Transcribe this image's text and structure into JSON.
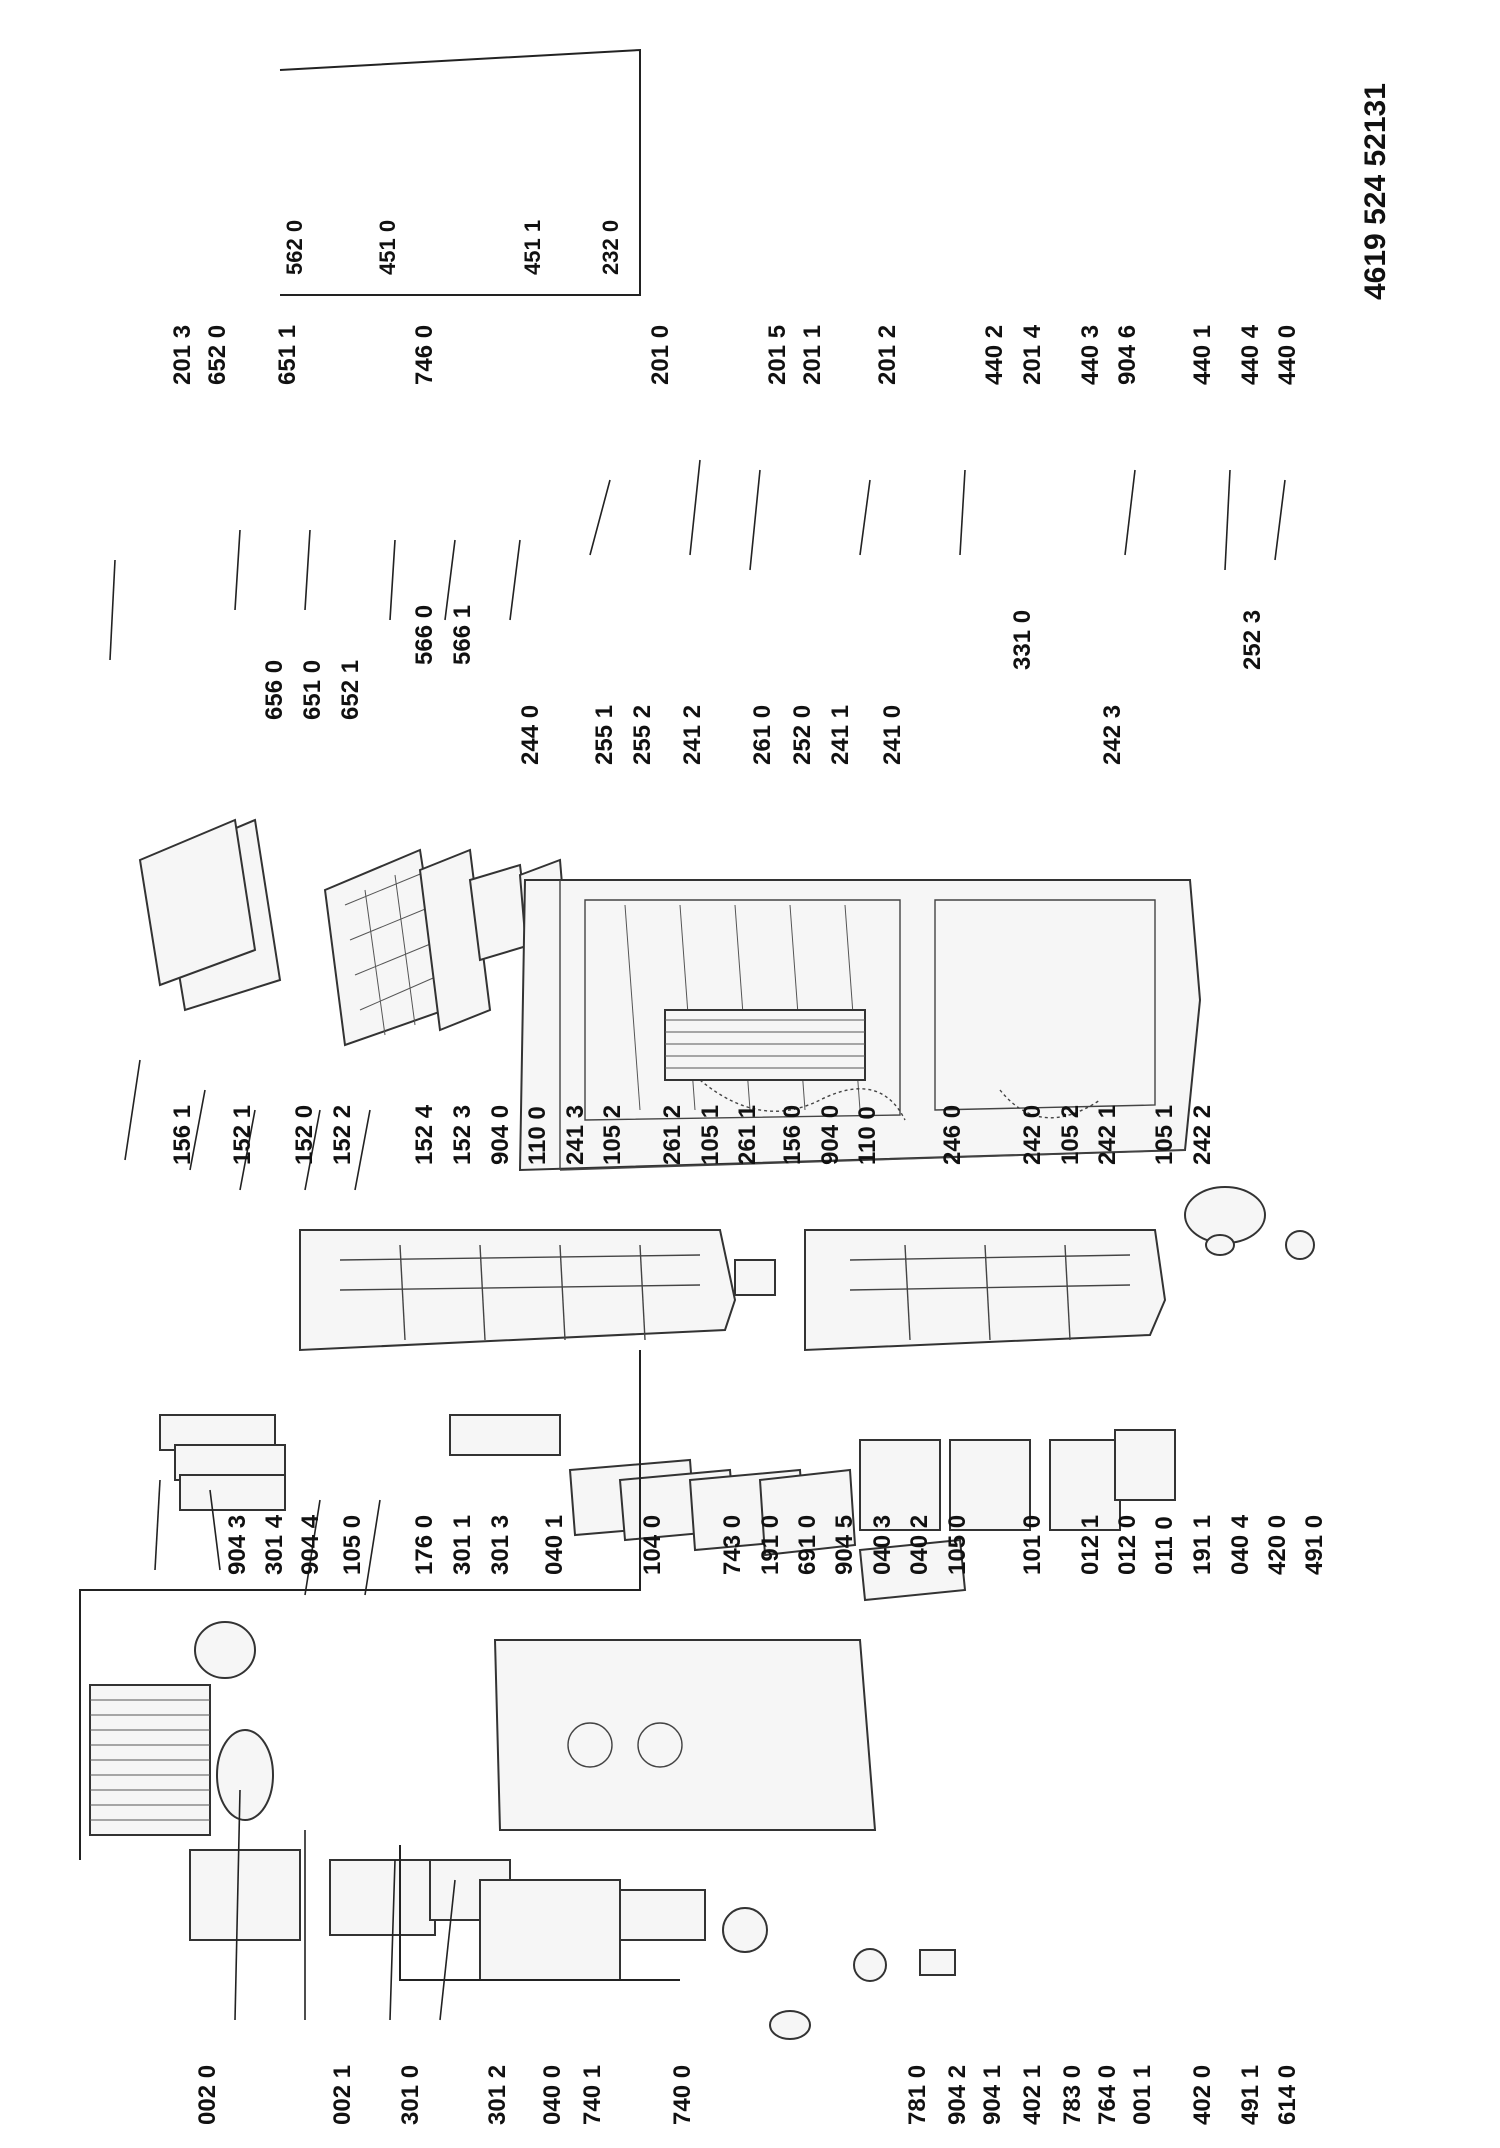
{
  "drawing_number": "4619 524 52131",
  "labels": {
    "002_0": "002 0",
    "002_1": "002 1",
    "301_0": "301 0",
    "301_2": "301 2",
    "040_0": "040 0",
    "740_1": "740 1",
    "740_0": "740 0",
    "781_0": "781 0",
    "904_2": "904 2",
    "904_1": "904 1",
    "402_1": "402 1",
    "783_0": "783 0",
    "764_0": "764 0",
    "001_1": "001 1",
    "402_0": "402 0",
    "491_1": "491 1",
    "614_0": "614 0",
    "904_3": "904 3",
    "301_4": "301 4",
    "904_4": "904 4",
    "105_0a": "105 0",
    "176_0": "176 0",
    "301_1": "301 1",
    "301_3": "301 3",
    "040_1": "040 1",
    "104_0": "104 0",
    "743_0": "743 0",
    "191_0": "191 0",
    "691_0": "691 0",
    "904_5": "904 5",
    "040_3": "040 3",
    "040_2": "040 2",
    "105_0b": "105 0",
    "101_0": "101 0",
    "012_1": "012 1",
    "012_0": "012 0",
    "011_0": "011 0",
    "191_1": "191 1",
    "040_4": "040 4",
    "420_0": "420 0",
    "491_0": "491 0",
    "156_1": "156 1",
    "152_1": "152 1",
    "152_0": "152 0",
    "152_2": "152 2",
    "152_4": "152 4",
    "152_3": "152 3",
    "904_0a": "904 0",
    "110_0a": "110 0",
    "241_3": "241 3",
    "105_2a": "105 2",
    "261_2": "261 2",
    "105_1a": "105 1",
    "261_1": "261 1",
    "156_0": "156 0",
    "904_0b": "904 0",
    "110_0b": "110 0",
    "246_0": "246 0",
    "242_0": "242 0",
    "105_2b": "105 2",
    "242_1": "242 1",
    "105_1b": "105 1",
    "242_2": "242 2",
    "244_0": "244 0",
    "255_1": "255 1",
    "255_2": "255 2",
    "241_2": "241 2",
    "261_0": "261 0",
    "252_0": "252 0",
    "241_1": "241 1",
    "241_0": "241 0",
    "242_3": "242 3",
    "656_0": "656 0",
    "651_0": "651 0",
    "652_1": "652 1",
    "566_0": "566 0",
    "566_1": "566 1",
    "331_0": "331 0",
    "252_3": "252 3",
    "201_3": "201 3",
    "652_0": "652 0",
    "651_1": "651 1",
    "746_0": "746 0",
    "201_0": "201 0",
    "201_5": "201 5",
    "201_1": "201 1",
    "201_2": "201 2",
    "440_2": "440 2",
    "201_4": "201 4",
    "440_3": "440 3",
    "904_6": "904 6",
    "440_1": "440 1",
    "440_4": "440 4",
    "440_0": "440 0",
    "562_0": "562 0",
    "451_0": "451 0",
    "451_1": "451 1",
    "232_0": "232 0"
  }
}
